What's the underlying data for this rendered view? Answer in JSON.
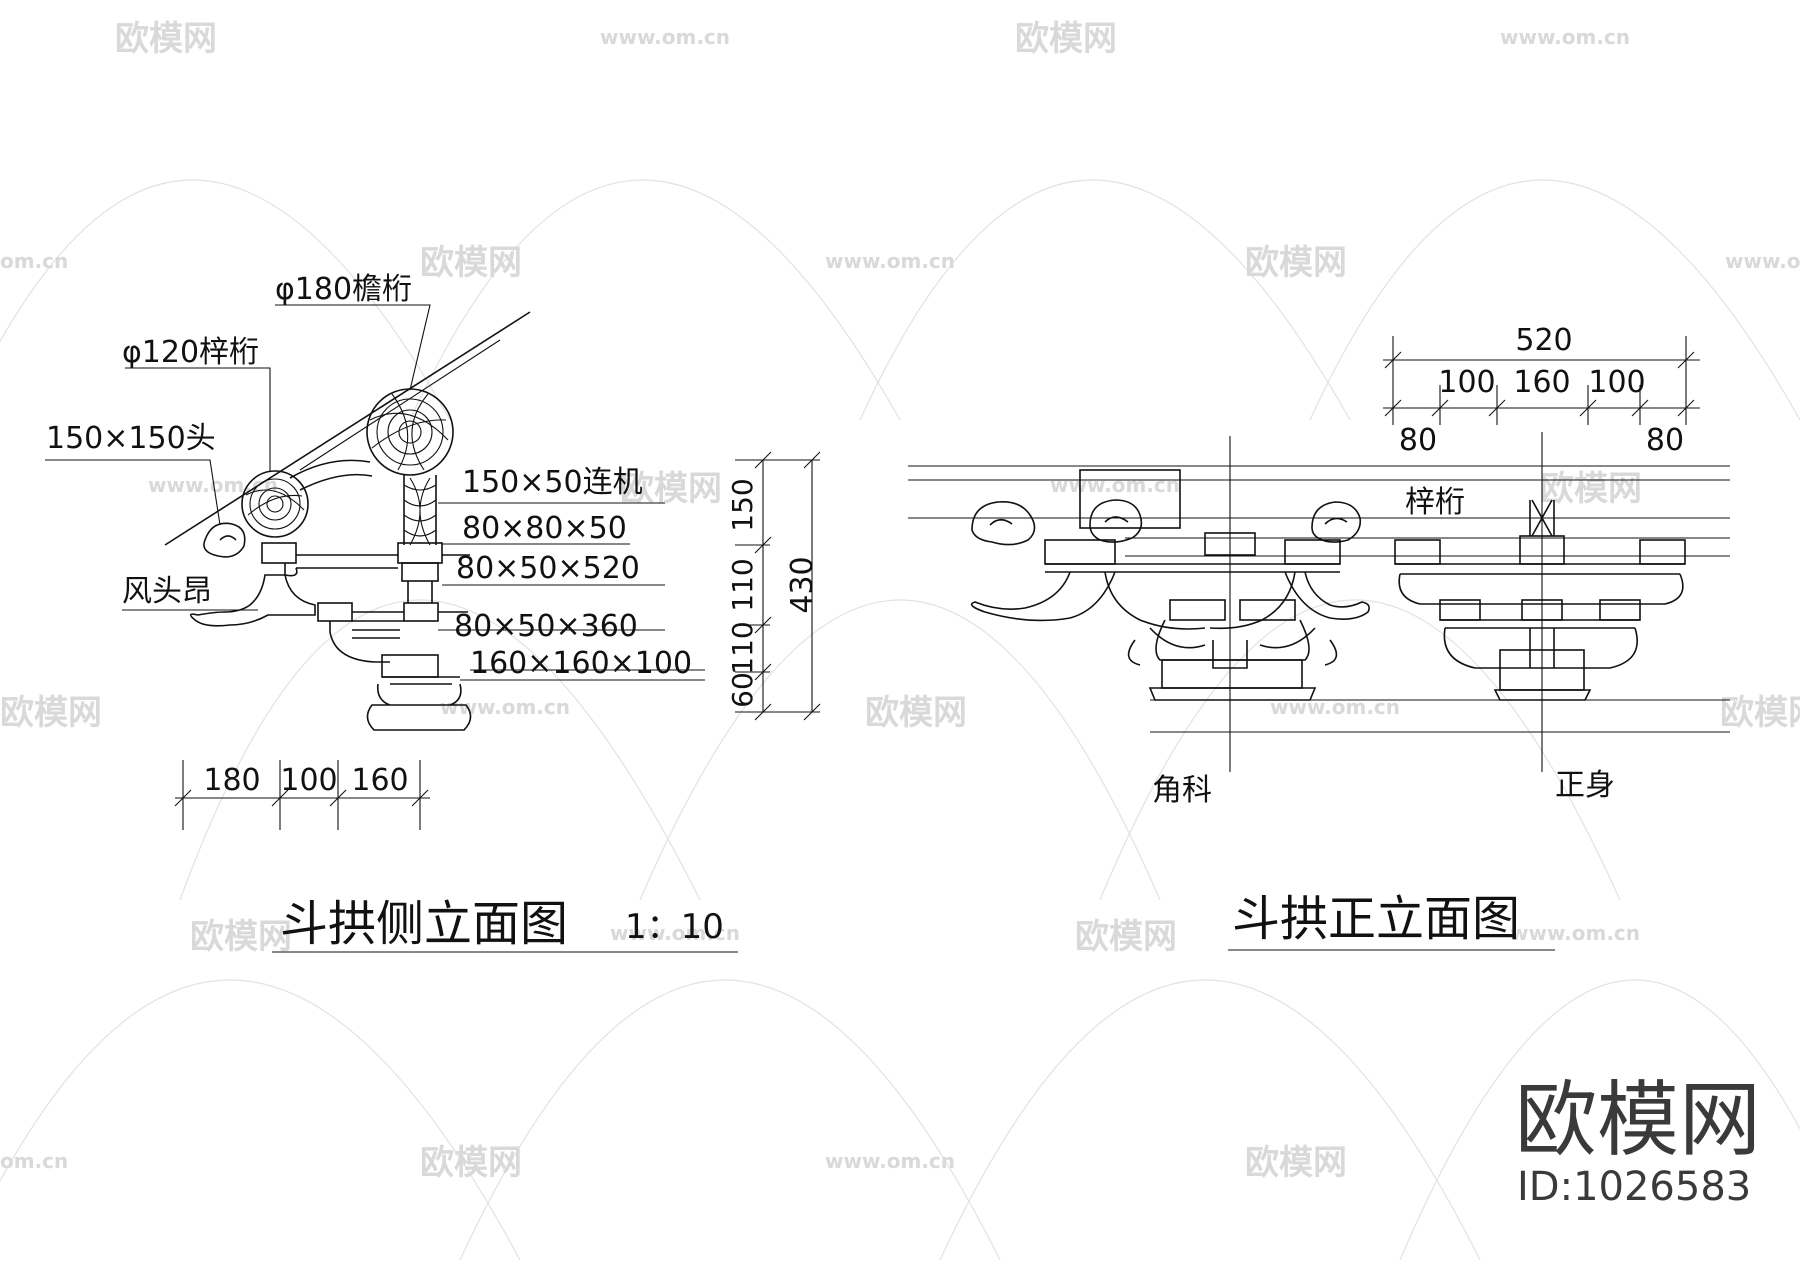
{
  "watermark": {
    "brand": "欧模网",
    "site": "www.om.cn",
    "site_short": "om.cn",
    "id_label": "ID:1026583",
    "color": "#d9d9d9"
  },
  "side_view": {
    "title": "斗拱侧立面图",
    "scale": "1：10",
    "labels": {
      "purlin_eave": "φ180檐桁",
      "purlin_sub": "φ120梓桁",
      "head": "150×150头",
      "wind_head": "风头昂",
      "connector": "150×50连机",
      "block_a": "80×80×50",
      "beam_a": "80×50×520",
      "beam_b": "80×50×360",
      "base": "160×160×100"
    },
    "dims_horizontal": [
      "180",
      "100",
      "160"
    ],
    "dims_vertical": [
      "60",
      "110",
      "110",
      "150"
    ],
    "dim_total": "430"
  },
  "front_view": {
    "title": "斗拱正立面图",
    "labels": {
      "purlin": "梓桁",
      "corner": "角科",
      "center": "正身"
    },
    "dim_total": "520",
    "dims_middle": [
      "100",
      "160",
      "100"
    ],
    "dims_outer": [
      "80",
      "80"
    ]
  }
}
